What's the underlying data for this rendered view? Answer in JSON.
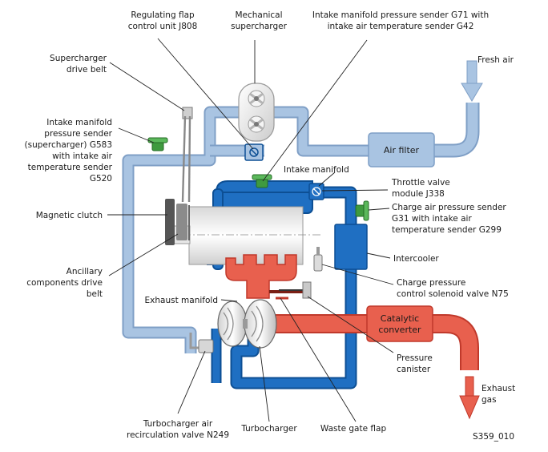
{
  "labels": {
    "regulating_flap": [
      "Regulating flap",
      "control unit J808"
    ],
    "mechanical_supercharger": [
      "Mechanical",
      "supercharger"
    ],
    "intake_sender_g71": [
      "Intake manifold pressure sender G71 with",
      "intake air temperature sender G42"
    ],
    "fresh_air": "Fresh air",
    "supercharger_belt": [
      "Supercharger",
      "drive belt"
    ],
    "sender_g583": [
      "Intake manifold",
      "pressure sender",
      "(supercharger) G583",
      "with intake air",
      "temperature sender",
      "G520"
    ],
    "air_filter": "Air filter",
    "intake_manifold": "Intake manifold",
    "throttle_valve": [
      "Throttle valve",
      "module J338"
    ],
    "magnetic_clutch": "Magnetic clutch",
    "charge_air_sender": [
      "Charge air pressure sender",
      "G31 with intake air",
      "temperature sender G299"
    ],
    "ancillary_belt": [
      "Ancillary",
      "components drive",
      "belt"
    ],
    "intercooler": "Intercooler",
    "charge_pressure_valve": [
      "Charge pressure",
      "control solenoid valve N75"
    ],
    "exhaust_manifold": "Exhaust manifold",
    "catalytic_converter": [
      "Catalytic",
      "converter"
    ],
    "pressure_canister": [
      "Pressure",
      "canister"
    ],
    "exhaust_gas": [
      "Exhaust",
      "gas"
    ],
    "turbo_recirc_valve": [
      "Turbocharger air",
      "recirculation valve N249"
    ],
    "turbocharger": "Turbocharger",
    "waste_gate": "Waste gate flap",
    "figure_code": "S359_010"
  },
  "colors": {
    "charge_pipe_blue": "#1f6fc2",
    "charge_pipe_edge": "#0d4f94",
    "light_pipe": "#a9c4e2",
    "light_pipe_edge": "#7f9fc6",
    "exhaust_red": "#e8604e",
    "exhaust_dark": "#c0392b",
    "sensor_green": "#3f9a3f",
    "engine_grey": "#eeeeee"
  }
}
